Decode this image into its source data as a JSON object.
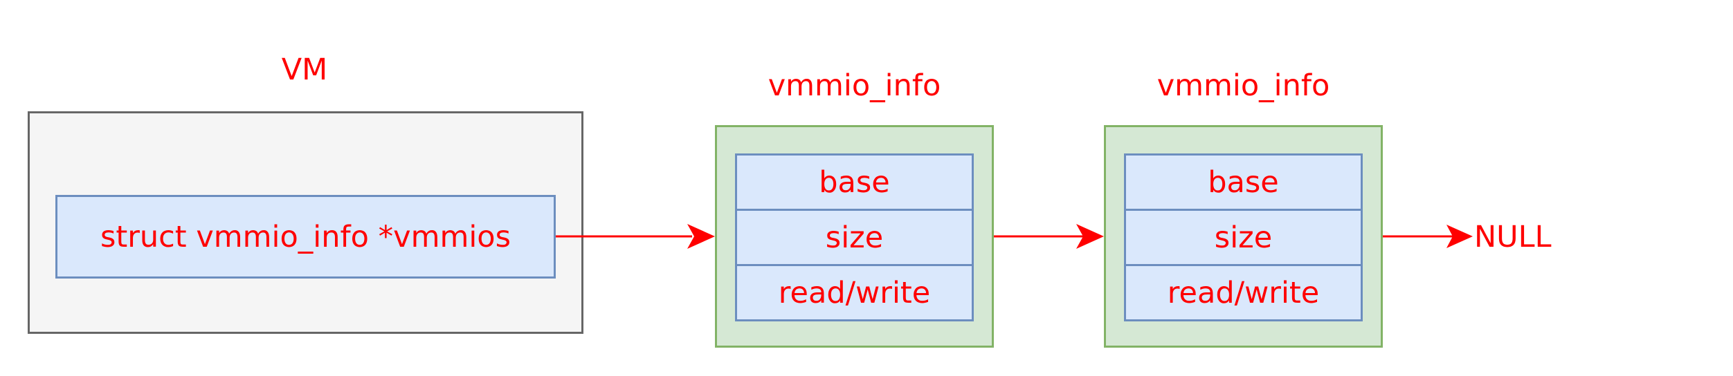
{
  "vm": {
    "title": "VM",
    "pointer_field": "struct vmmio_info *vmmios"
  },
  "nodes": [
    {
      "title": "vmmio_info",
      "fields": [
        "base",
        "size",
        "read/write"
      ]
    },
    {
      "title": "vmmio_info",
      "fields": [
        "base",
        "size",
        "read/write"
      ]
    }
  ],
  "terminator": "NULL",
  "colors": {
    "text": "#ff0000",
    "arrow": "#ff0000",
    "vm_fill": "#f5f5f5",
    "vm_border": "#666666",
    "field_fill": "#dae8fc",
    "field_border": "#6c8ebf",
    "node_fill": "#d5e8d4",
    "node_border": "#82b366"
  }
}
